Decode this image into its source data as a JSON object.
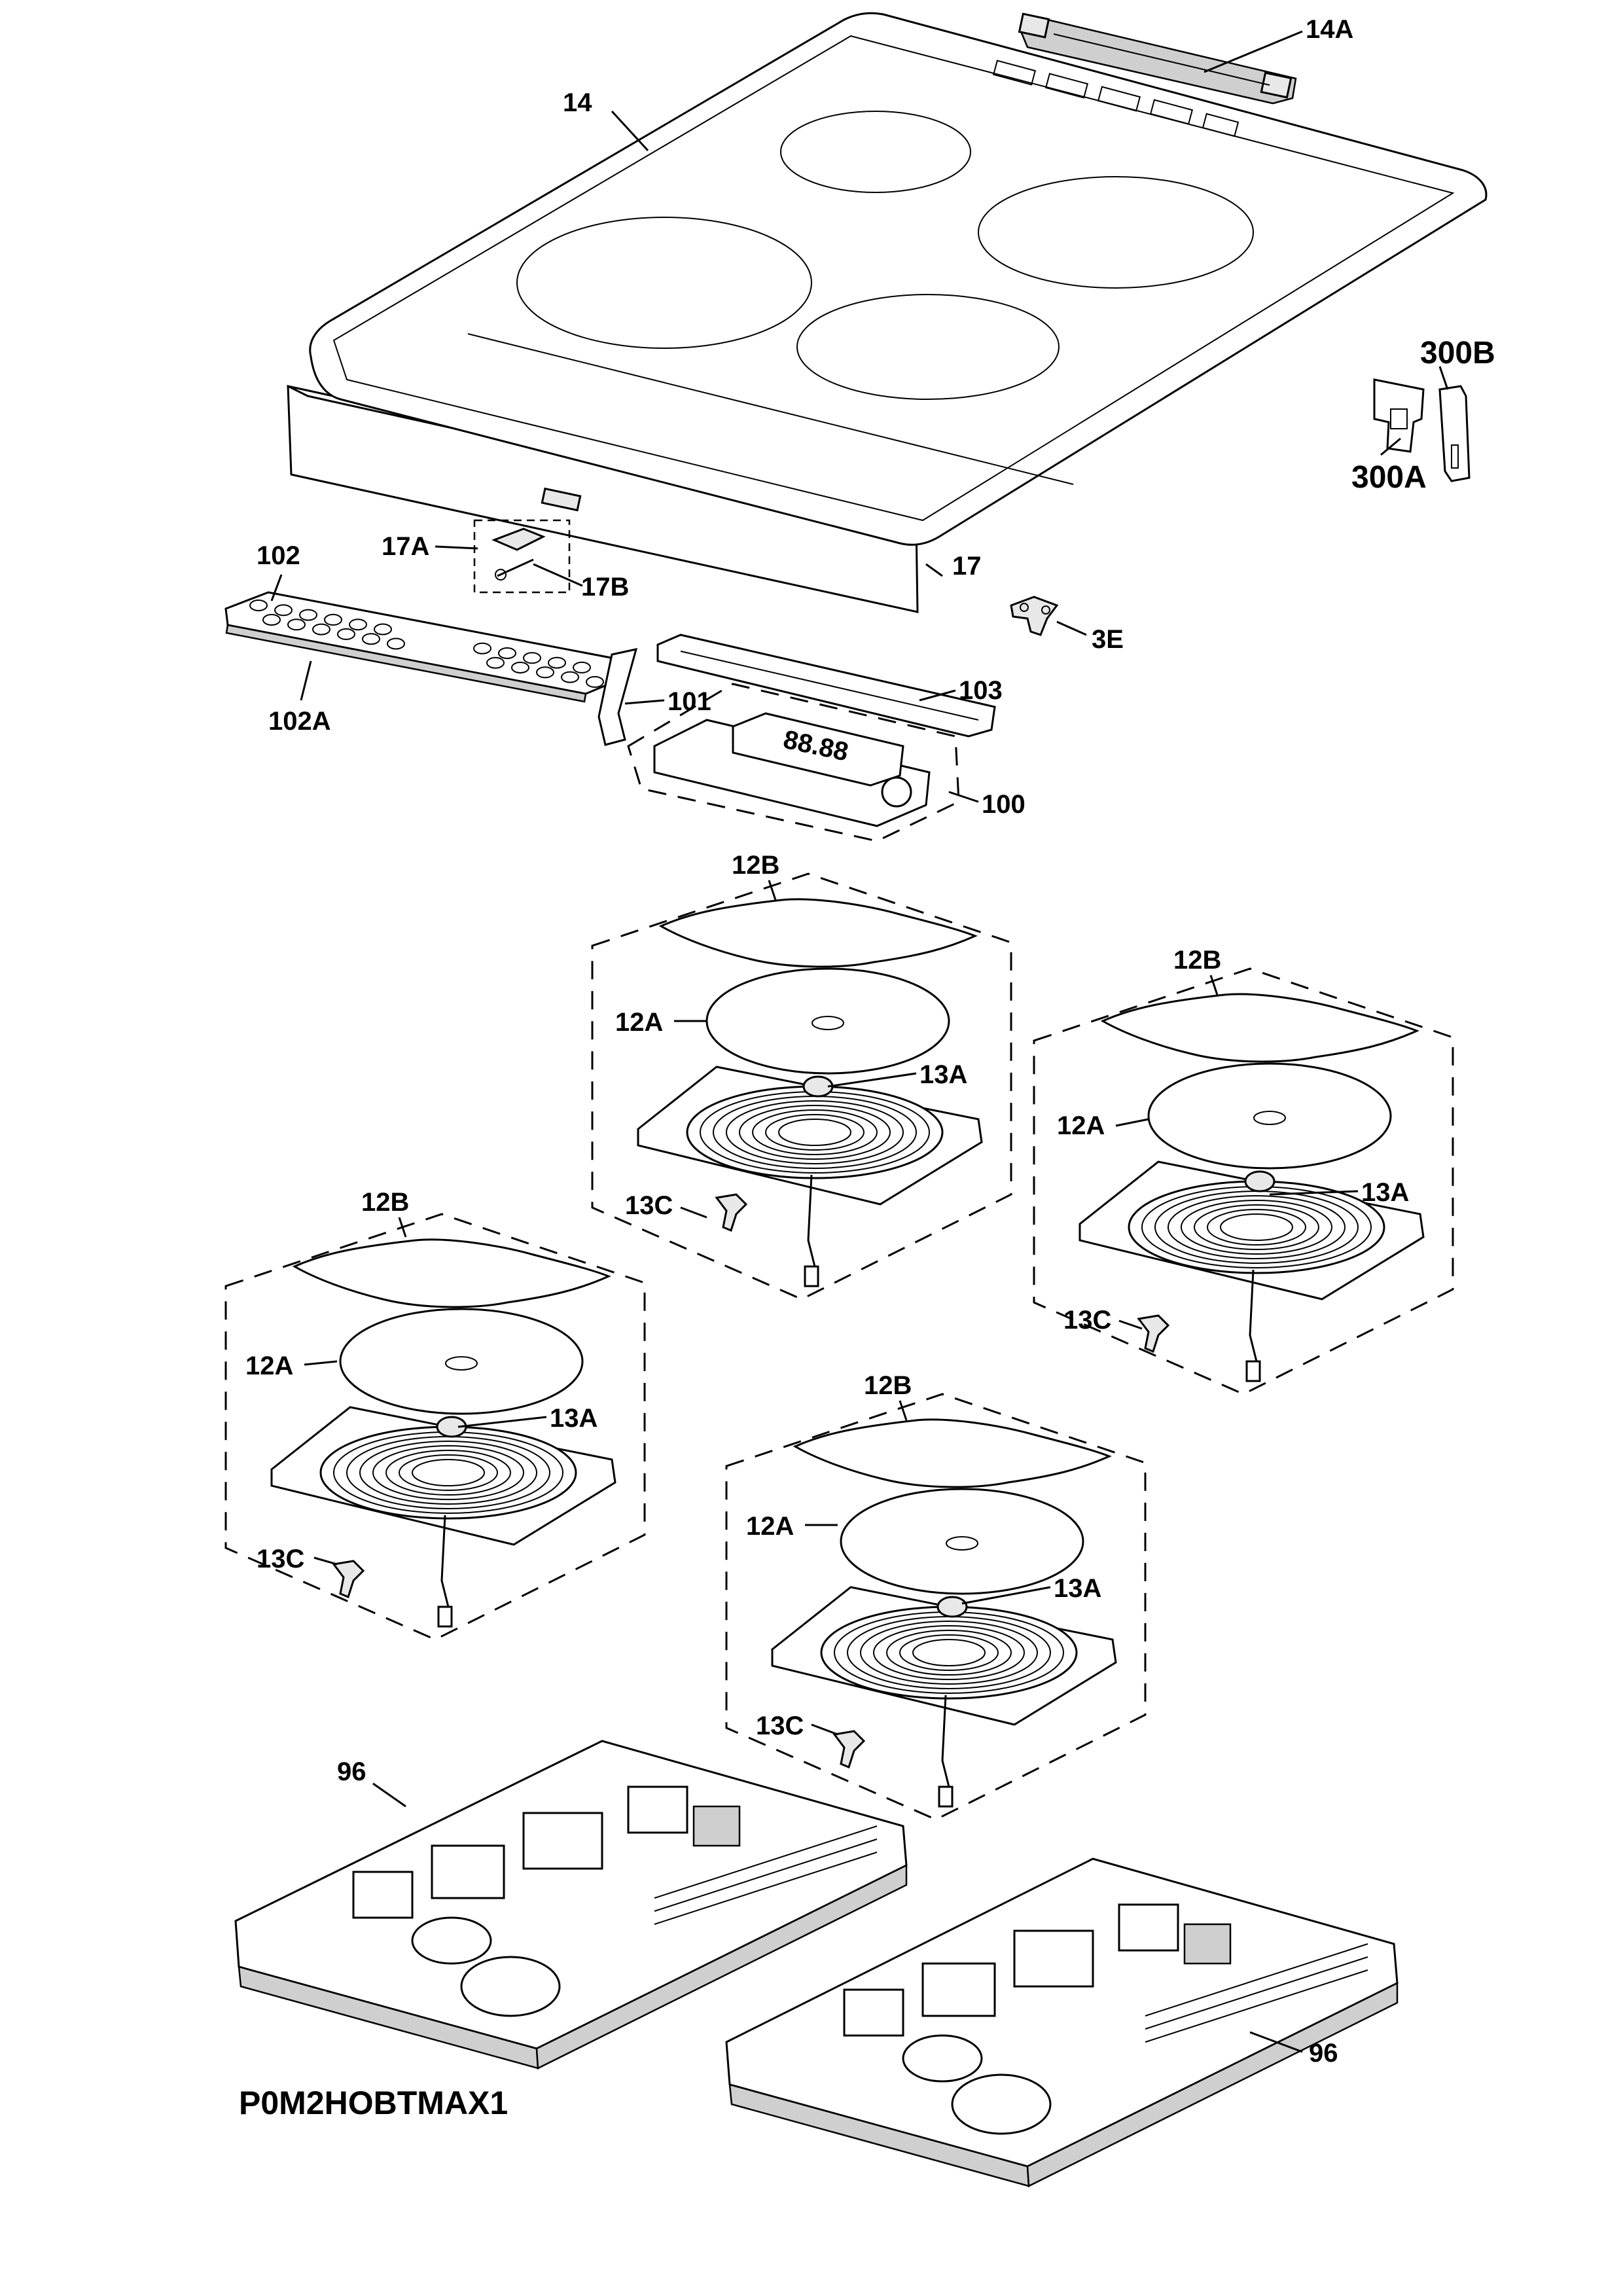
{
  "diagram": {
    "code": "P0M2HOBTMAX1",
    "display_text": "88.88",
    "labels": {
      "l14": "14",
      "l14A": "14A",
      "l300B": "300B",
      "l300A": "300A",
      "l17": "17",
      "l17A": "17A",
      "l17B": "17B",
      "l3E": "3E",
      "l102": "102",
      "l102A": "102A",
      "l101": "101",
      "l103": "103",
      "l100": "100",
      "e1_12B": "12B",
      "e1_12A": "12A",
      "e1_13A": "13A",
      "e1_13C": "13C",
      "e2_12B": "12B",
      "e2_12A": "12A",
      "e2_13A": "13A",
      "e2_13C": "13C",
      "e3_12B": "12B",
      "e3_12A": "12A",
      "e3_13A": "13A",
      "e3_13C": "13C",
      "e4_12B": "12B",
      "e4_12A": "12A",
      "e4_13A": "13A",
      "e4_13C": "13C",
      "l96a": "96",
      "l96b": "96"
    }
  }
}
